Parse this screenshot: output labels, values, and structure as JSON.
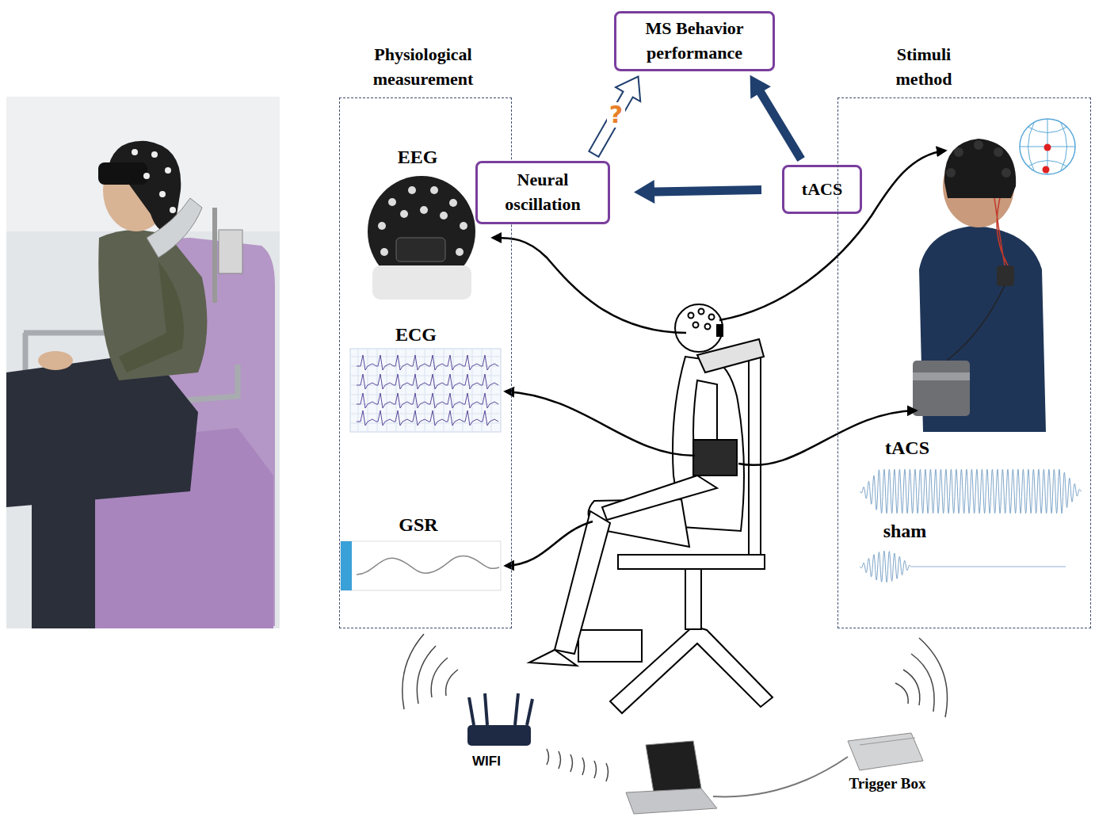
{
  "diagram": {
    "nodes": [
      {
        "text": [
          "Physiological measurement"
        ]
      },
      {
        "text": [
          "MS Behavior performance"
        ]
      },
      {
        "text": [
          "Neural oscillation"
        ]
      },
      {
        "text": [
          "tACS"
        ]
      },
      {
        "text": [
          "Stimuli method"
        ]
      }
    ],
    "edges": [
      {
        "from": 3,
        "to": 1,
        "arrow": "to"
      },
      {
        "from": 3,
        "to": 2,
        "arrow": "to"
      },
      {
        "from": 2,
        "to": 1,
        "arrow": "to",
        "label": "?"
      }
    ],
    "labels": [
      "EEG",
      "ECG",
      "GSR",
      "tACS",
      "sham",
      "WIFI",
      "Trigger Box"
    ]
  }
}
